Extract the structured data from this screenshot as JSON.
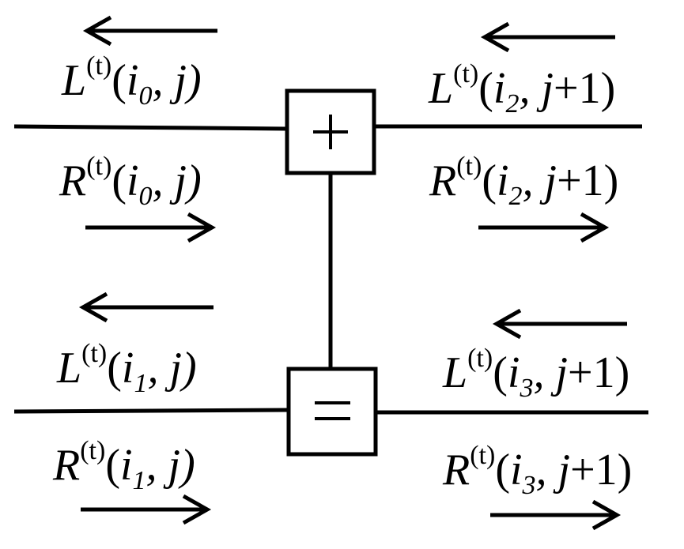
{
  "nodes": {
    "top": {
      "symbol": "+"
    },
    "bottom": {
      "symbol": "="
    }
  },
  "labels": [
    {
      "id": "L-i0",
      "letter": "L",
      "sup": "(t)",
      "open": "(",
      "var": "i",
      "sub": "0",
      "rest": ", j)",
      "tail": ""
    },
    {
      "id": "R-i0",
      "letter": "R",
      "sup": "(t)",
      "open": "(",
      "var": "i",
      "sub": "0",
      "rest": ", j)",
      "tail": ""
    },
    {
      "id": "L-i1",
      "letter": "L",
      "sup": "(t)",
      "open": "(",
      "var": "i",
      "sub": "1",
      "rest": ", j)",
      "tail": ""
    },
    {
      "id": "R-i1",
      "letter": "R",
      "sup": "(t)",
      "open": "(",
      "var": "i",
      "sub": "1",
      "rest": ", j)",
      "tail": ""
    },
    {
      "id": "L-i2",
      "letter": "L",
      "sup": "(t)",
      "open": "(",
      "var": "i",
      "sub": "2",
      "rest": ", j",
      "tail": "+1)"
    },
    {
      "id": "R-i2",
      "letter": "R",
      "sup": "(t)",
      "open": "(",
      "var": "i",
      "sub": "2",
      "rest": ", j",
      "tail": "+1)"
    },
    {
      "id": "L-i3",
      "letter": "L",
      "sup": "(t)",
      "open": "(",
      "var": "i",
      "sub": "3",
      "rest": ", j",
      "tail": "+1)"
    },
    {
      "id": "R-i3",
      "letter": "R",
      "sup": "(t)",
      "open": "(",
      "var": "i",
      "sub": "3",
      "rest": ", j",
      "tail": "+1)"
    }
  ]
}
